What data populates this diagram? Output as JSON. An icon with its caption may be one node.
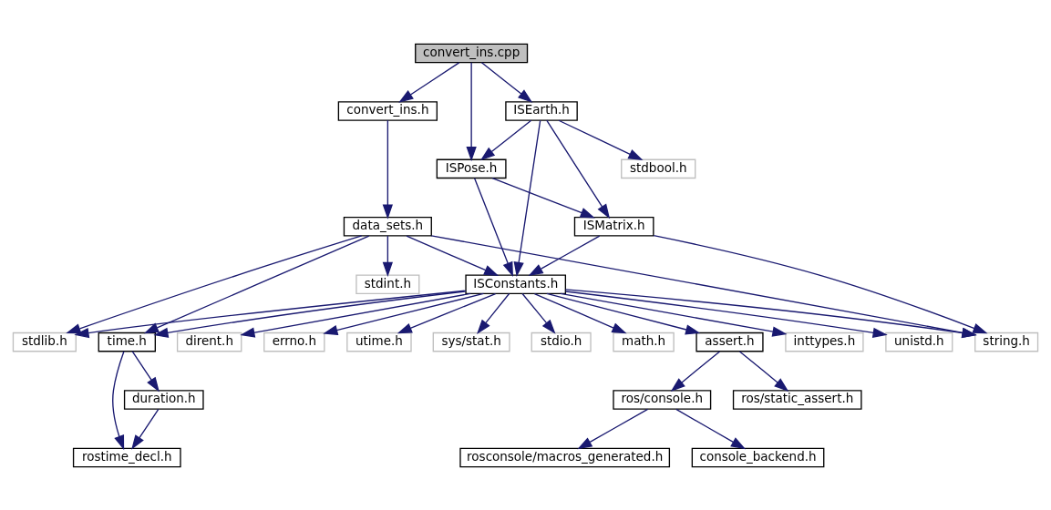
{
  "diagram": {
    "nodes": [
      {
        "text": [
          "convert_ins.cpp"
        ]
      },
      {
        "text": [
          "convert_ins.h"
        ]
      },
      {
        "text": [
          "ISEarth.h"
        ]
      },
      {
        "text": [
          "ISPose.h"
        ]
      },
      {
        "text": [
          "stdbool.h"
        ]
      },
      {
        "text": [
          "data_sets.h"
        ]
      },
      {
        "text": [
          "ISMatrix.h"
        ]
      },
      {
        "text": [
          "stdint.h"
        ]
      },
      {
        "text": [
          "ISConstants.h"
        ]
      },
      {
        "text": [
          "stdlib.h"
        ]
      },
      {
        "text": [
          "time.h"
        ]
      },
      {
        "text": [
          "dirent.h"
        ]
      },
      {
        "text": [
          "errno.h"
        ]
      },
      {
        "text": [
          "utime.h"
        ]
      },
      {
        "text": [
          "sys/stat.h"
        ]
      },
      {
        "text": [
          "stdio.h"
        ]
      },
      {
        "text": [
          "math.h"
        ]
      },
      {
        "text": [
          "assert.h"
        ]
      },
      {
        "text": [
          "inttypes.h"
        ]
      },
      {
        "text": [
          "unistd.h"
        ]
      },
      {
        "text": [
          "string.h"
        ]
      },
      {
        "text": [
          "duration.h"
        ]
      },
      {
        "text": [
          "ros/console.h"
        ]
      },
      {
        "text": [
          "ros/static_assert.h"
        ]
      },
      {
        "text": [
          "rostime_decl.h"
        ]
      },
      {
        "text": [
          "rosconsole/macros_generated.h"
        ]
      },
      {
        "text": [
          "console_backend.h"
        ]
      }
    ],
    "edges": [
      {
        "from": 0,
        "to": 1,
        "arrow": "to"
      },
      {
        "from": 0,
        "to": 3,
        "arrow": "to"
      },
      {
        "from": 0,
        "to": 2,
        "arrow": "to"
      },
      {
        "from": 1,
        "to": 5,
        "arrow": "to"
      },
      {
        "from": 2,
        "to": 3,
        "arrow": "to"
      },
      {
        "from": 2,
        "to": 8,
        "arrow": "to"
      },
      {
        "from": 2,
        "to": 6,
        "arrow": "to"
      },
      {
        "from": 2,
        "to": 4,
        "arrow": "to"
      },
      {
        "from": 3,
        "to": 8,
        "arrow": "to"
      },
      {
        "from": 3,
        "to": 6,
        "arrow": "to"
      },
      {
        "from": 5,
        "to": 9,
        "arrow": "to"
      },
      {
        "from": 5,
        "to": 10,
        "arrow": "to"
      },
      {
        "from": 5,
        "to": 7,
        "arrow": "to"
      },
      {
        "from": 5,
        "to": 8,
        "arrow": "to"
      },
      {
        "from": 5,
        "to": 20,
        "arrow": "to"
      },
      {
        "from": 6,
        "to": 8,
        "arrow": "to"
      },
      {
        "from": 6,
        "to": 20,
        "arrow": "to"
      },
      {
        "from": 8,
        "to": 9,
        "arrow": "to"
      },
      {
        "from": 8,
        "to": 10,
        "arrow": "to"
      },
      {
        "from": 8,
        "to": 11,
        "arrow": "to"
      },
      {
        "from": 8,
        "to": 12,
        "arrow": "to"
      },
      {
        "from": 8,
        "to": 13,
        "arrow": "to"
      },
      {
        "from": 8,
        "to": 14,
        "arrow": "to"
      },
      {
        "from": 8,
        "to": 15,
        "arrow": "to"
      },
      {
        "from": 8,
        "to": 16,
        "arrow": "to"
      },
      {
        "from": 8,
        "to": 17,
        "arrow": "to"
      },
      {
        "from": 8,
        "to": 18,
        "arrow": "to"
      },
      {
        "from": 8,
        "to": 19,
        "arrow": "to"
      },
      {
        "from": 8,
        "to": 20,
        "arrow": "to"
      },
      {
        "from": 10,
        "to": 24,
        "arrow": "to"
      },
      {
        "from": 10,
        "to": 21,
        "arrow": "to"
      },
      {
        "from": 21,
        "to": 24,
        "arrow": "to"
      },
      {
        "from": 17,
        "to": 22,
        "arrow": "to"
      },
      {
        "from": 17,
        "to": 23,
        "arrow": "to"
      },
      {
        "from": 22,
        "to": 25,
        "arrow": "to"
      },
      {
        "from": 22,
        "to": 26,
        "arrow": "to"
      }
    ]
  }
}
